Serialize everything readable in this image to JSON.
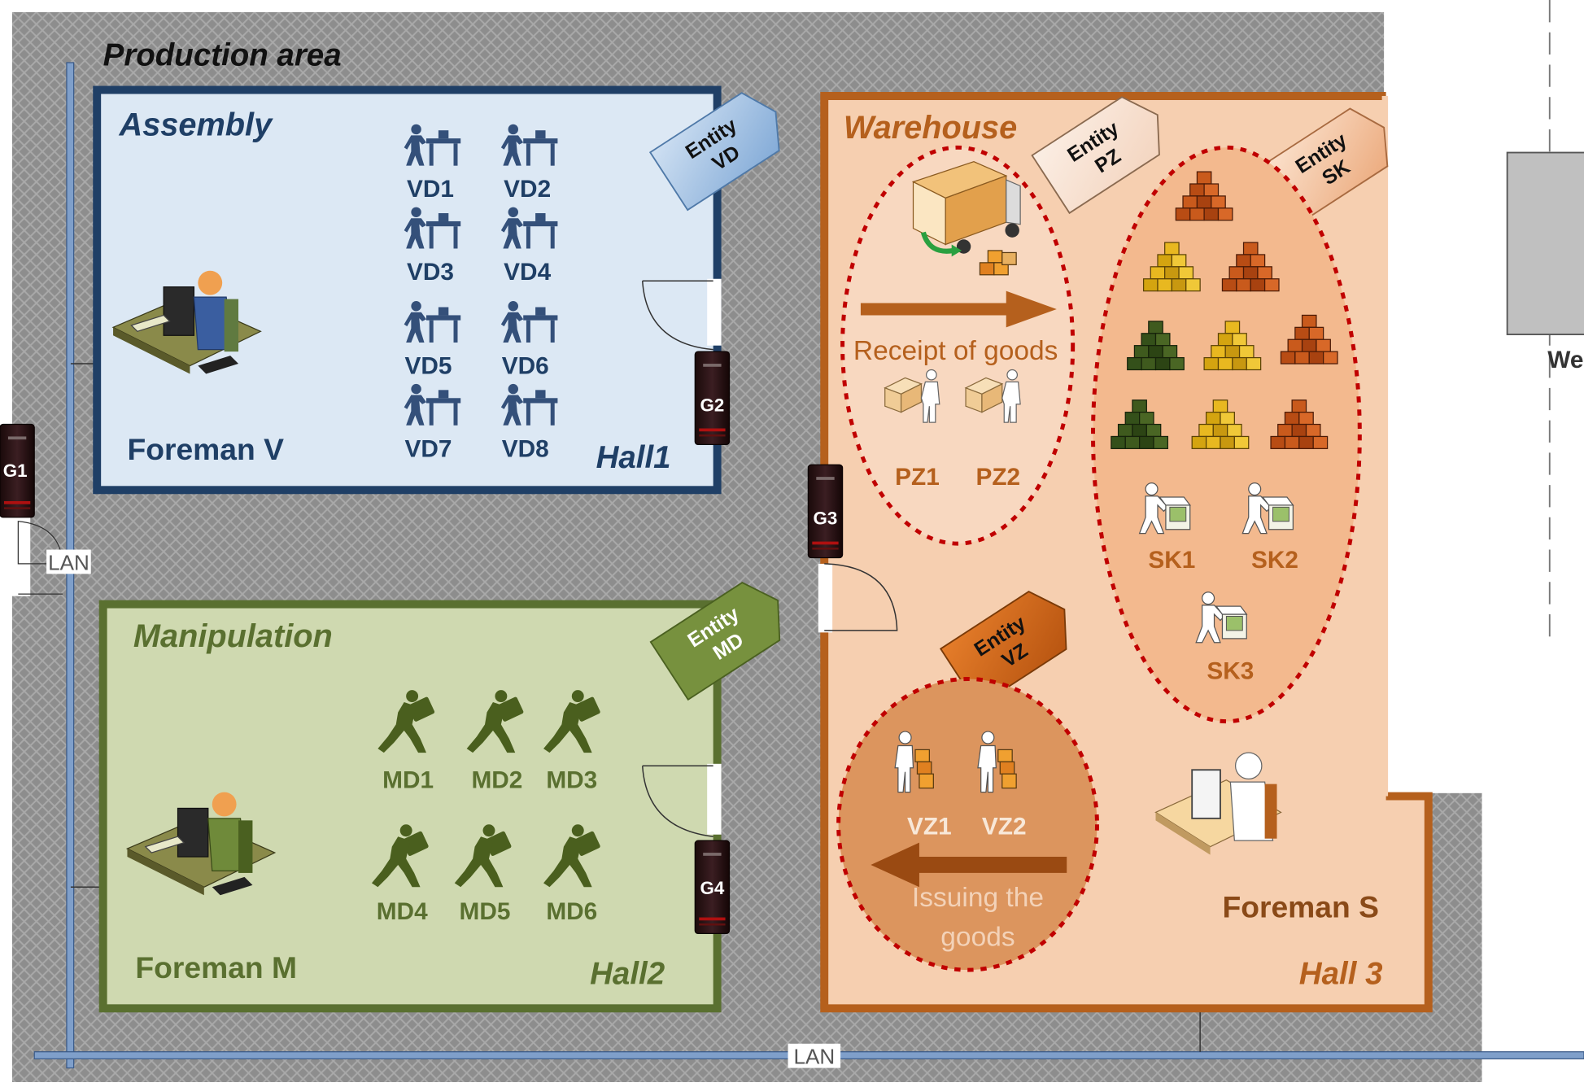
{
  "production_area": {
    "title": "Production area"
  },
  "halls": {
    "assembly": {
      "title": "Assembly",
      "hall_label": "Hall1",
      "entity": [
        "Entity",
        "VD"
      ],
      "foreman": "Foreman V",
      "workers": [
        "VD1",
        "VD2",
        "VD3",
        "VD4",
        "VD5",
        "VD6",
        "VD7",
        "VD8"
      ]
    },
    "manipulation": {
      "title": "Manipulation",
      "hall_label": "Hall2",
      "entity": [
        "Entity",
        "MD"
      ],
      "foreman": "Foreman M",
      "workers": [
        "MD1",
        "MD2",
        "MD3",
        "MD4",
        "MD5",
        "MD6"
      ]
    },
    "warehouse": {
      "title": "Warehouse",
      "hall_label": "Hall 3",
      "foreman": "Foreman S",
      "receipt": {
        "entity": [
          "Entity",
          "PZ"
        ],
        "label": "Receipt of goods",
        "workers": [
          "PZ1",
          "PZ2"
        ]
      },
      "storage": {
        "entity": [
          "Entity",
          "SK"
        ],
        "workers": [
          "SK1",
          "SK2",
          "SK3"
        ]
      },
      "issue": {
        "entity": [
          "Entity",
          "VZ"
        ],
        "label_line1": "Issuing the",
        "label_line2": "goods",
        "workers": [
          "VZ1",
          "VZ2"
        ]
      }
    }
  },
  "gates": [
    "G1",
    "G2",
    "G3",
    "G4"
  ],
  "network": {
    "lan_vertical": "LAN",
    "lan_horizontal": "LAN"
  },
  "right_panel": {
    "partial_label": "We"
  },
  "colors": {
    "assembly": "#1f3f66",
    "manipulation": "#5a7030",
    "warehouse": "#b5601d",
    "receipt_dash": "#c00000",
    "assembly_fill": "#dce8f4",
    "manipulation_fill": "#cfd9b0",
    "warehouse_fill": "#f6cfb0"
  },
  "icons": {
    "foreman": "computer-operator-icon",
    "assembly_worker": "workbench-worker-icon",
    "manipulation_worker": "carrier-worker-icon",
    "receipt_worker": "box-packer-icon",
    "storage_worker": "box-packer-icon",
    "stock": "box-pyramid-icon",
    "truck": "delivery-truck-icon",
    "gate": "gate-terminal-icon",
    "door": "door-swing-icon"
  }
}
